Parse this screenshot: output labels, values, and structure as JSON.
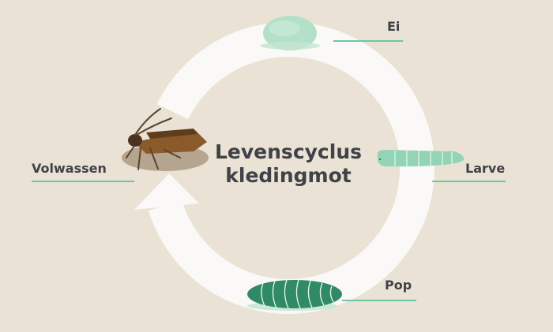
{
  "title_line1": "Levenscyclus",
  "title_line2": "kledingmot",
  "stages": {
    "egg": "Ei",
    "larva": "Larve",
    "pupa": "Pop",
    "adult": "Volwassen"
  },
  "colors": {
    "background": "#e9e2d5",
    "ring": "#faf9f7",
    "accent_line": "#6cc7a0",
    "egg": "#a8dcc0",
    "larva": "#8fd3b3",
    "pupa": "#2f8a65",
    "moth": "#8a5a2b",
    "text": "#404247"
  }
}
